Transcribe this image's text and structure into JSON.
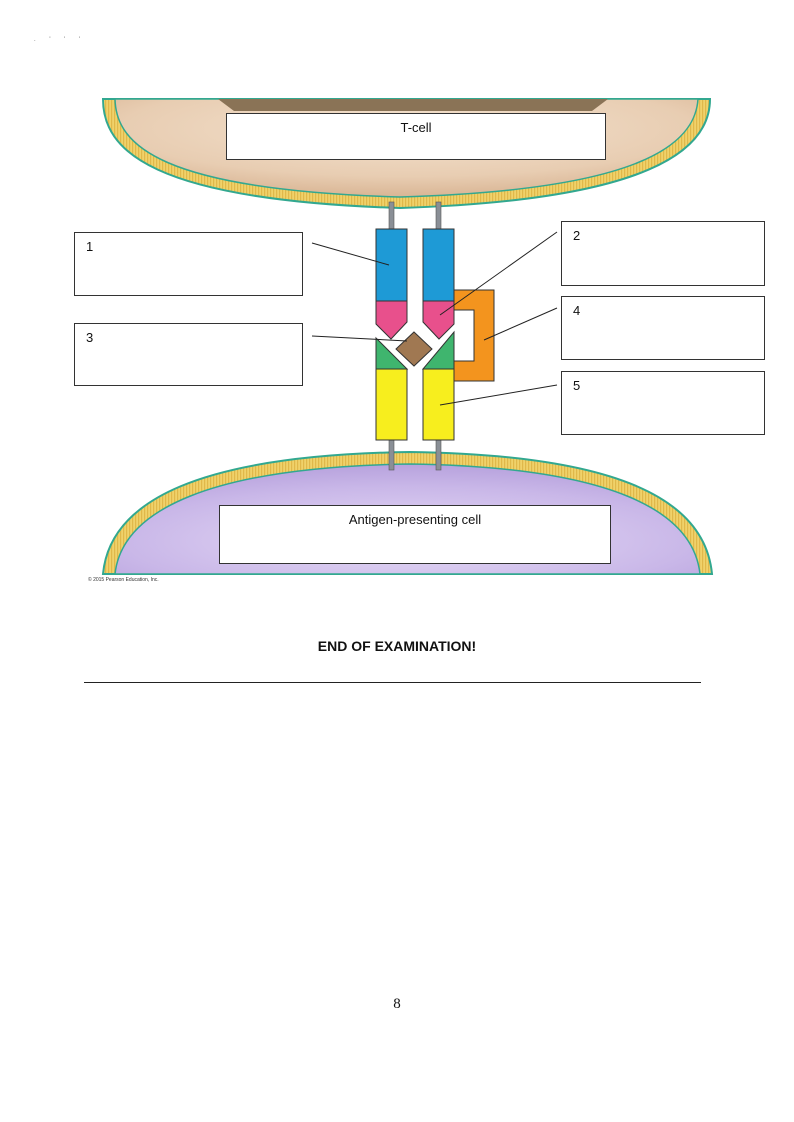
{
  "diagram": {
    "tcell_label": "T-cell",
    "apc_label": "Antigen-presenting cell",
    "callouts": [
      "1",
      "2",
      "3",
      "4",
      "5"
    ],
    "credit": "© 2015 Pearson Education, Inc."
  },
  "colors": {
    "cell_interior": "#e6cbb0",
    "apc_interior": "#cbbae6",
    "membrane_edge": "#32a890",
    "membrane_fill": "#f0d26a",
    "receptor_blue": "#1e9ad6",
    "receptor_pink": "#e8508c",
    "antigen_brown": "#a07852",
    "mhc_green": "#3fb56e",
    "mhc_yellow": "#f7ee1e",
    "coreceptor_orange": "#f3941e",
    "nucleus_brown": "#8a7356"
  },
  "footer": {
    "end_text": "END OF EXAMINATION!",
    "page_number": "8"
  },
  "scan_marks": ". ' ' '"
}
